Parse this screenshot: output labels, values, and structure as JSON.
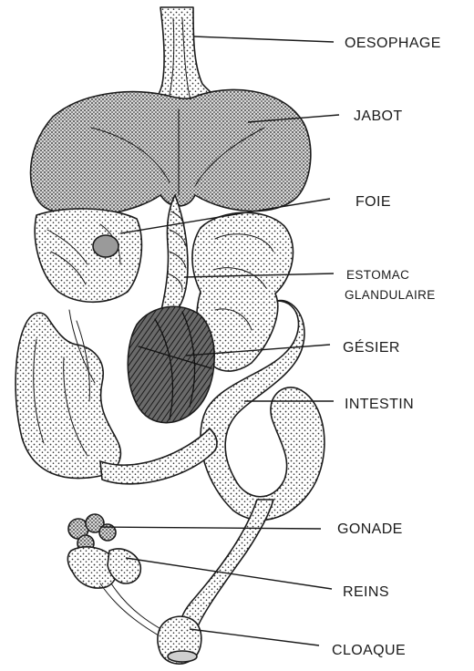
{
  "labels": {
    "oesophage": "OESOPHAGE",
    "jabot": "JABOT",
    "foie": "FOIE",
    "estomac_line1": "ESTOMAC",
    "estomac_line2": "GLANDULAIRE",
    "gesier": "GÉSIER",
    "intestin": "INTESTIN",
    "gonade": "GONADE",
    "reins": "REINS",
    "cloaque": "CLOAQUE"
  },
  "colors": {
    "ink": "#1b1b1b",
    "stipple_fill": "#c9c9c9",
    "dark_fill": "#555555",
    "paper": "#ffffff"
  }
}
